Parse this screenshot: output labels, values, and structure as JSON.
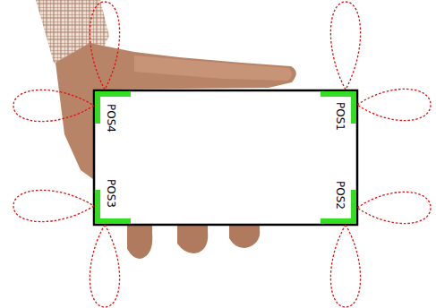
{
  "diagram": {
    "labels": [
      "POS4",
      "POS1",
      "POS3",
      "POS2"
    ]
  }
}
